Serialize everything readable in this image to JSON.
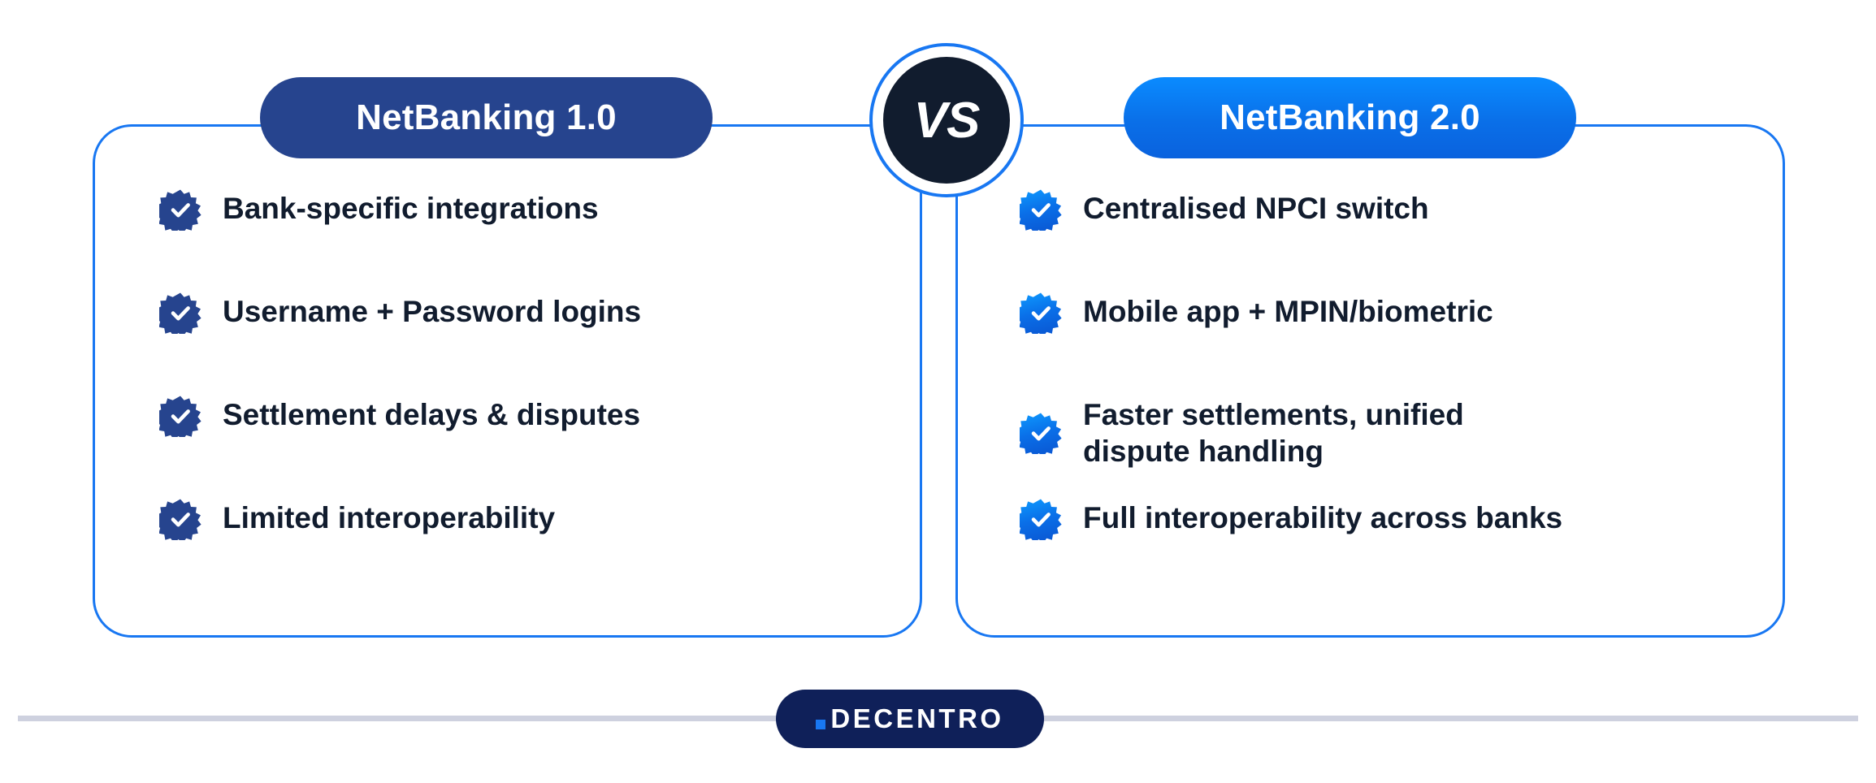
{
  "comparison": {
    "vs_label": "VS",
    "left": {
      "title": "NetBanking 1.0",
      "accent_color": "#26448E",
      "icon_color": "#26448E",
      "items": [
        {
          "icon": "check-seal-icon",
          "label": "Bank-specific integrations"
        },
        {
          "icon": "check-seal-icon",
          "label": "Username + Password logins"
        },
        {
          "icon": "check-seal-icon",
          "label": "Settlement delays & disputes"
        },
        {
          "icon": "check-seal-icon",
          "label": "Limited interoperability"
        }
      ]
    },
    "right": {
      "title": "NetBanking 2.0",
      "accent_color": "#0A6FE8",
      "icon_color": "#1877F2",
      "items": [
        {
          "icon": "check-seal-icon",
          "label": "Centralised NPCI switch"
        },
        {
          "icon": "check-seal-icon",
          "label": "Mobile app + MPIN/biometric"
        },
        {
          "icon": "check-seal-icon",
          "label": "Faster settlements, unified\ndispute handling"
        },
        {
          "icon": "check-seal-icon",
          "label": "Full interoperability across banks"
        }
      ]
    }
  },
  "footer": {
    "brand": "DECENTRO",
    "brand_dot_color": "#1877F2",
    "pill_color": "#0F2059",
    "rule_color": "#CED1DF"
  },
  "theme": {
    "card_border_color": "#1877F2",
    "background": "#ffffff",
    "text_color": "#111C2E",
    "vs_circle_color": "#111C2E"
  }
}
